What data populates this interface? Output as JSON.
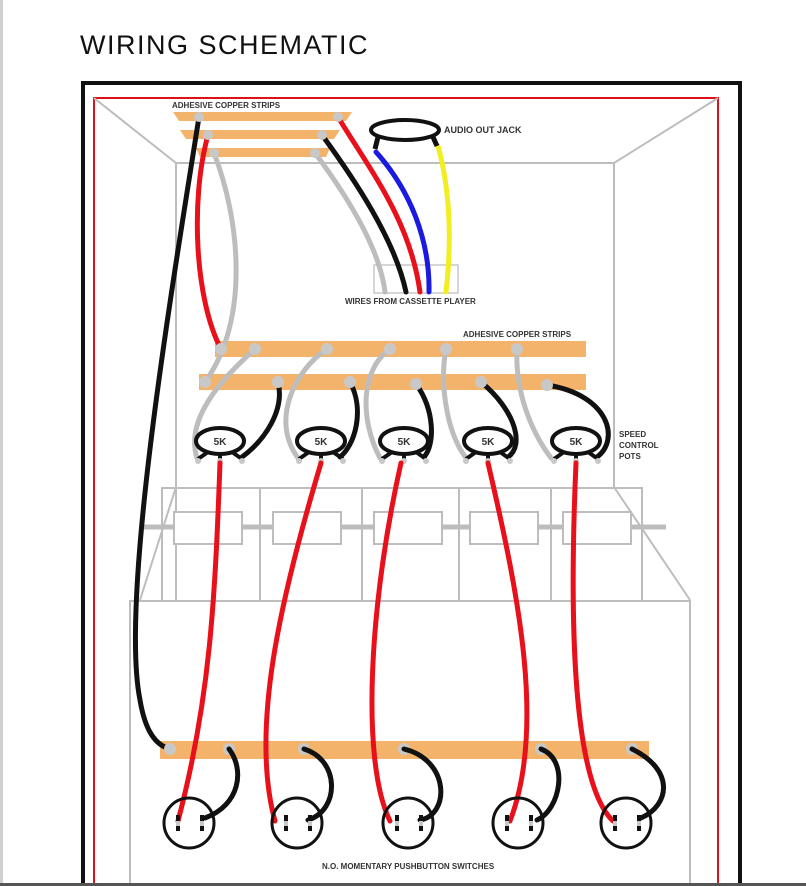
{
  "title": "WIRING SCHEMATIC",
  "labels": {
    "top_strips": "ADHESIVE COPPER STRIPS",
    "audio_out": "AUDIO OUT JACK",
    "cassette_wires": "WIRES FROM CASSETTE PLAYER",
    "mid_strips": "ADHESIVE COPPER STRIPS",
    "speed_pots": [
      "SPEED",
      "CONTROL",
      "POTS"
    ],
    "switches": "N.O. MOMENTARY PUSHBUTTON SWITCHES"
  },
  "pots": [
    {
      "label": "5K"
    },
    {
      "label": "5K"
    },
    {
      "label": "5K"
    },
    {
      "label": "5K"
    },
    {
      "label": "5K"
    }
  ],
  "switch_count": 5,
  "colors": {
    "copper": "#f4b36b",
    "solder": "#c8c8c8",
    "wire_red": "#e8101a",
    "wire_black": "#111111",
    "wire_gray": "#bdbdbd",
    "wire_blue": "#1a1ae0",
    "wire_yellow": "#f2ee22",
    "frame_black": "#111111",
    "frame_red": "#e0101a",
    "box_gray": "#b8b8b8"
  }
}
